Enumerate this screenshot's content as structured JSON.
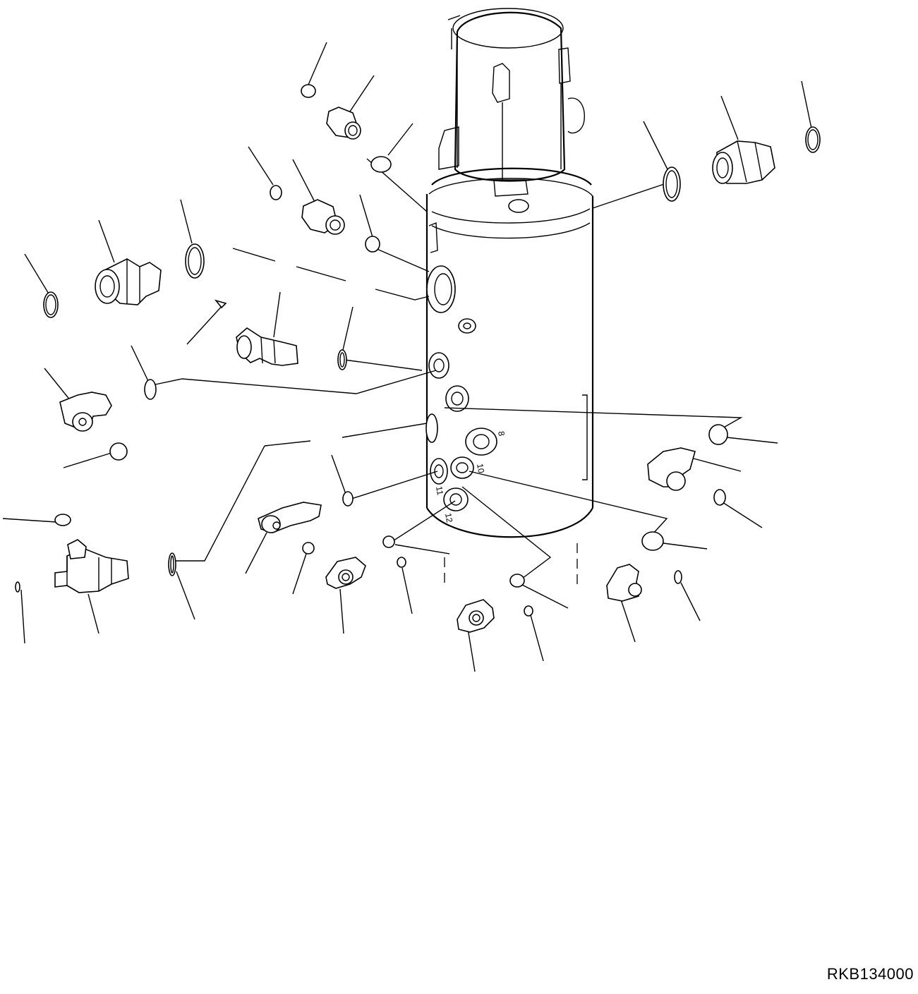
{
  "drawing": {
    "code": "RKB134000"
  },
  "valve_body": {
    "port_labels": [
      "8",
      "10",
      "11",
      "12"
    ]
  },
  "parts": {
    "o_rings": 24,
    "straight_adapters": 4,
    "elbow_adapters": 7,
    "tee_adapters": 1
  }
}
